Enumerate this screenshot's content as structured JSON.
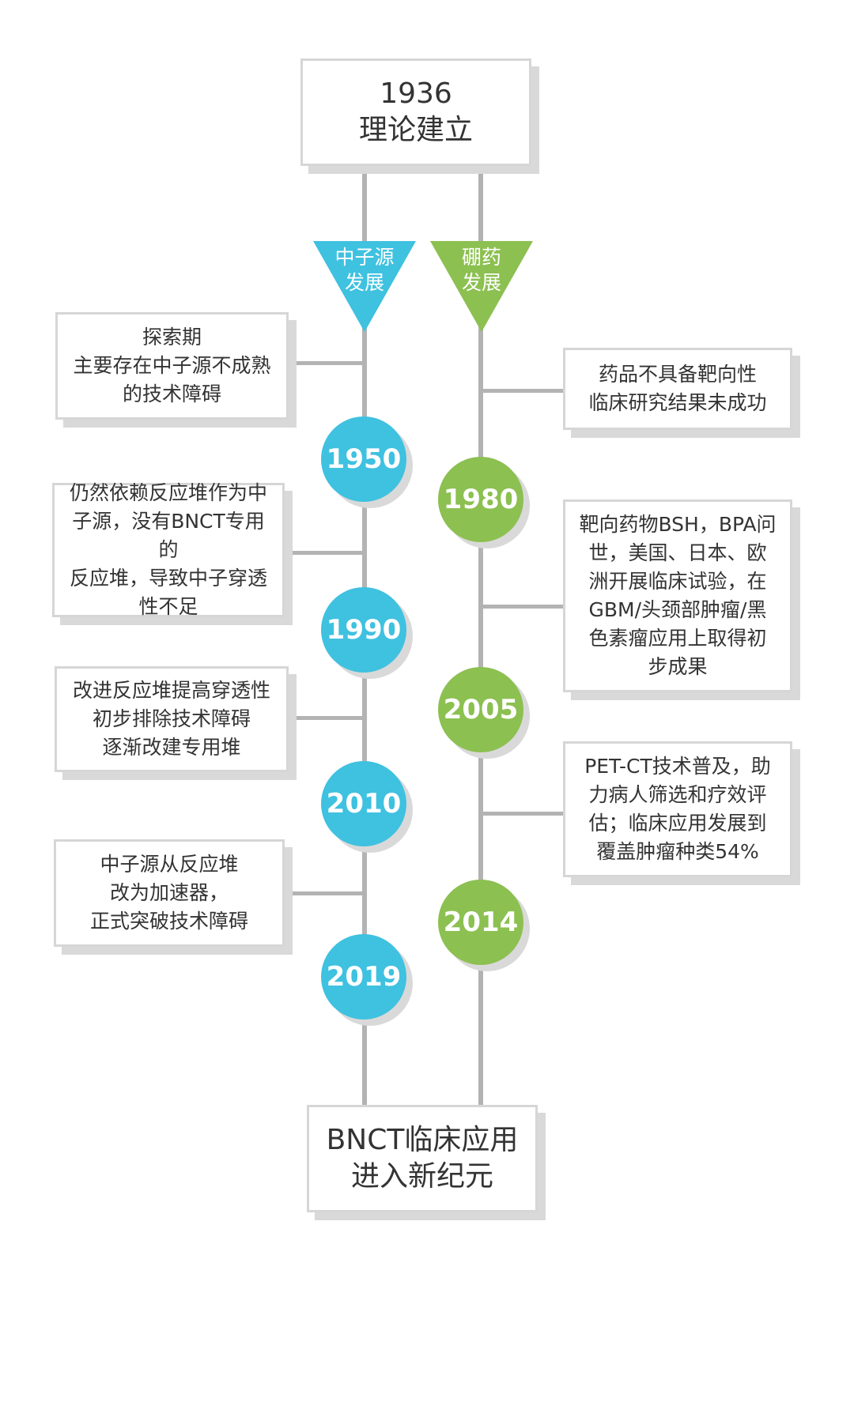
{
  "top_box": {
    "line1": "1936",
    "line2": "理论建立"
  },
  "bottom_box": {
    "line1": "BNCT临床应用",
    "line2": "进入新纪元"
  },
  "colors": {
    "neutron": "#3fc1e0",
    "boron": "#8cc051",
    "line": "#b3b3b3"
  },
  "left_branch": {
    "header": {
      "line1": "中子源",
      "line2": "发展"
    },
    "years": [
      "1950",
      "1990",
      "2010",
      "2019"
    ],
    "notes": [
      {
        "lines": [
          "探索期",
          "主要存在中子源不成熟",
          "的技术障碍"
        ]
      },
      {
        "lines": [
          "仍然依赖反应堆作为中",
          "子源，没有BNCT专用的",
          "反应堆，导致中子穿透",
          "性不足"
        ]
      },
      {
        "lines": [
          "改进反应堆提高穿透性",
          "初步排除技术障碍",
          "逐渐改建专用堆"
        ]
      },
      {
        "lines": [
          "中子源从反应堆",
          "改为加速器，",
          "正式突破技术障碍"
        ]
      }
    ]
  },
  "right_branch": {
    "header": {
      "line1": "硼药",
      "line2": "发展"
    },
    "years": [
      "1980",
      "2005",
      "2014"
    ],
    "notes": [
      {
        "lines": [
          "药品不具备靶向性",
          "临床研究结果未成功"
        ]
      },
      {
        "lines": [
          "靶向药物BSH，BPA问",
          "世，美国、日本、欧",
          "洲开展临床试验，在",
          "GBM/头颈部肿瘤/黑",
          "色素瘤应用上取得初",
          "步成果"
        ]
      },
      {
        "lines": [
          "PET-CT技术普及，助",
          "力病人筛选和疗效评",
          "估；临床应用发展到",
          "覆盖肿瘤种类54%"
        ]
      }
    ]
  }
}
